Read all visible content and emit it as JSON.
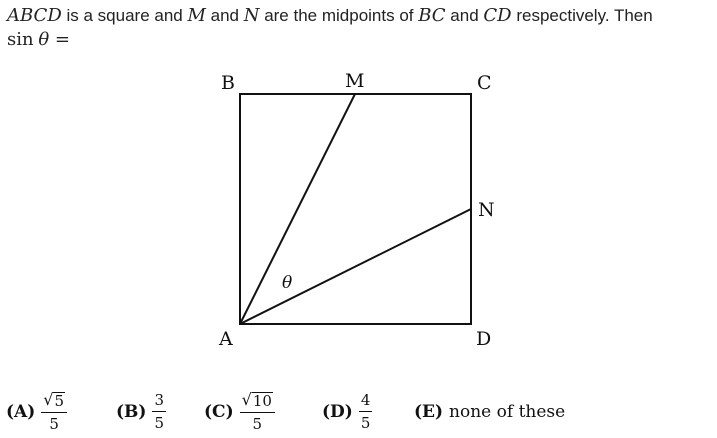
{
  "question": {
    "line1_math": "ABCD",
    "line1_text_a": " is a square and ",
    "line1_m": "M",
    "line1_text_b": " and ",
    "line1_n": "N",
    "line1_text_c": " are the midpoints of ",
    "line1_bc": "BC",
    "line1_text_d": " and ",
    "line1_cd": "CD",
    "line1_text_e": " respectively. Then",
    "line2_sin": "sin",
    "line2_theta": "θ",
    "line2_eq": " ="
  },
  "figure": {
    "labels": {
      "B": "B",
      "M": "M",
      "C": "C",
      "N": "N",
      "A": "A",
      "D": "D",
      "theta": "θ"
    }
  },
  "options": [
    {
      "label": "(A)",
      "num_radicand": "5",
      "den": "5"
    },
    {
      "label": "(B)",
      "num": "3",
      "den": "5"
    },
    {
      "label": "(C)",
      "num_radicand": "10",
      "den": "5"
    },
    {
      "label": "(D)",
      "num": "4",
      "den": "5"
    },
    {
      "label": "(E)",
      "text": "none of these"
    }
  ]
}
